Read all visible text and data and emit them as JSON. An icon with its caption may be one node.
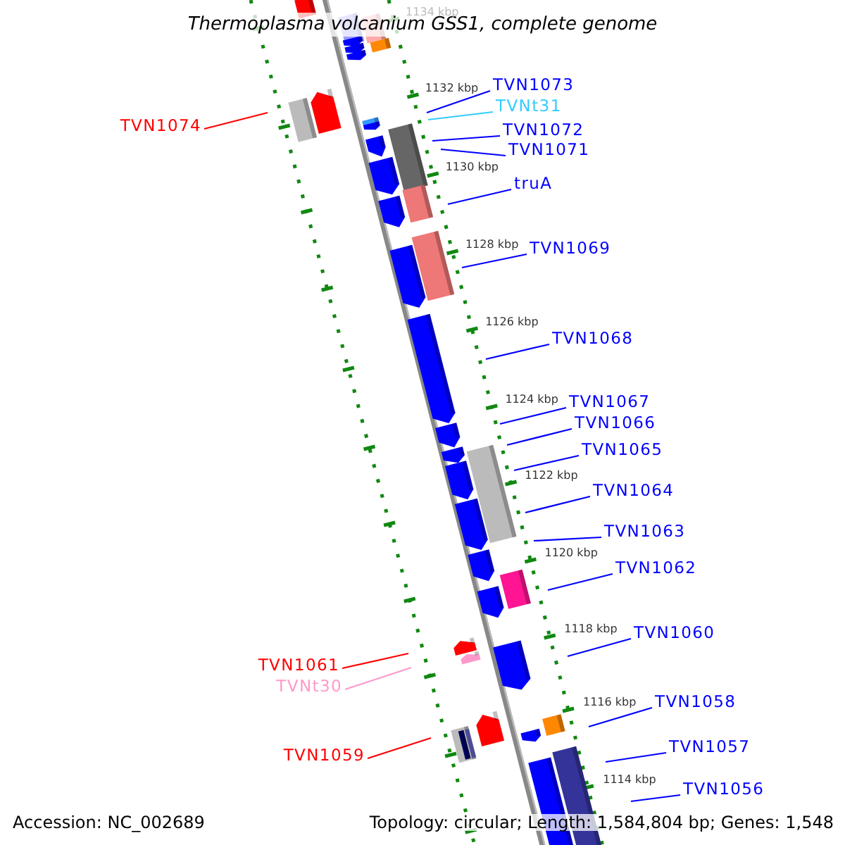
{
  "diagram": {
    "title": "Thermoplasma volcanium GSS1, complete genome",
    "nodes": [
      {
        "text": [
          "TVN1073"
        ]
      },
      {
        "text": [
          "TVNt31"
        ]
      },
      {
        "text": [
          "TVN1074"
        ]
      },
      {
        "text": [
          "TVN1072"
        ]
      },
      {
        "text": [
          "TVN1071"
        ]
      },
      {
        "text": [
          "truA"
        ]
      },
      {
        "text": [
          "TVN1069"
        ]
      },
      {
        "text": [
          "TVN1068"
        ]
      },
      {
        "text": [
          "TVN1067"
        ]
      },
      {
        "text": [
          "TVN1066"
        ]
      },
      {
        "text": [
          "TVN1065"
        ]
      },
      {
        "text": [
          "TVN1064"
        ]
      },
      {
        "text": [
          "TVN1063"
        ]
      },
      {
        "text": [
          "TVN1062"
        ]
      },
      {
        "text": [
          "TVN1060"
        ]
      },
      {
        "text": [
          "TVN1061"
        ]
      },
      {
        "text": [
          "TVNt30"
        ]
      },
      {
        "text": [
          "TVN1058"
        ]
      },
      {
        "text": [
          "TVN1057"
        ]
      },
      {
        "text": [
          "TVN1059"
        ]
      },
      {
        "text": [
          "TVN1056"
        ]
      }
    ],
    "edges": [
      {
        "from": 0,
        "to": null,
        "arrow": "none"
      },
      {
        "from": 1,
        "to": null,
        "arrow": "none",
        "color": "#33ccff"
      },
      {
        "from": 2,
        "to": null,
        "arrow": "none",
        "color": "#ff0000"
      },
      {
        "from": 3,
        "to": null,
        "arrow": "none"
      },
      {
        "from": 4,
        "to": null,
        "arrow": "none"
      },
      {
        "from": 5,
        "to": null,
        "arrow": "none"
      },
      {
        "from": 6,
        "to": null,
        "arrow": "none"
      },
      {
        "from": 7,
        "to": null,
        "arrow": "none"
      },
      {
        "from": 8,
        "to": null,
        "arrow": "none"
      },
      {
        "from": 9,
        "to": null,
        "arrow": "none"
      },
      {
        "from": 10,
        "to": null,
        "arrow": "none"
      },
      {
        "from": 11,
        "to": null,
        "arrow": "none"
      },
      {
        "from": 12,
        "to": null,
        "arrow": "none"
      },
      {
        "from": 13,
        "to": null,
        "arrow": "none"
      },
      {
        "from": 14,
        "to": null,
        "arrow": "none"
      },
      {
        "from": 15,
        "to": null,
        "arrow": "none",
        "color": "#ff0000"
      },
      {
        "from": 16,
        "to": null,
        "arrow": "none",
        "color": "#ff99cc"
      },
      {
        "from": 17,
        "to": null,
        "arrow": "none"
      },
      {
        "from": 18,
        "to": null,
        "arrow": "none"
      },
      {
        "from": 19,
        "to": null,
        "arrow": "none",
        "color": "#ff0000"
      },
      {
        "from": 20,
        "to": null,
        "arrow": "none"
      }
    ],
    "labels": [
      "1134 kbp",
      "1132 kbp",
      "1130 kbp",
      "1128 kbp",
      "1126 kbp",
      "1124 kbp",
      "1122 kbp",
      "1120 kbp",
      "1118 kbp",
      "1116 kbp",
      "1114 kbp",
      "Accession: NC_002689",
      "Topology: circular; Length: 1,584,804 bp; Genes: 1,548"
    ]
  }
}
